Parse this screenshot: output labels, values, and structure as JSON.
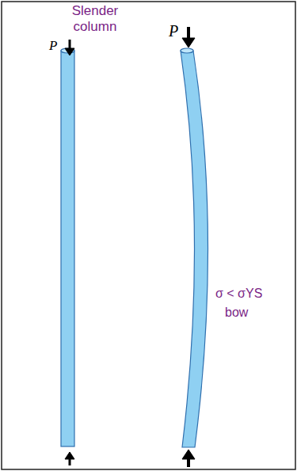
{
  "diagram": {
    "labels": [
      "Slender column",
      "P",
      "P",
      "σ < σYS",
      "bow"
    ]
  }
}
